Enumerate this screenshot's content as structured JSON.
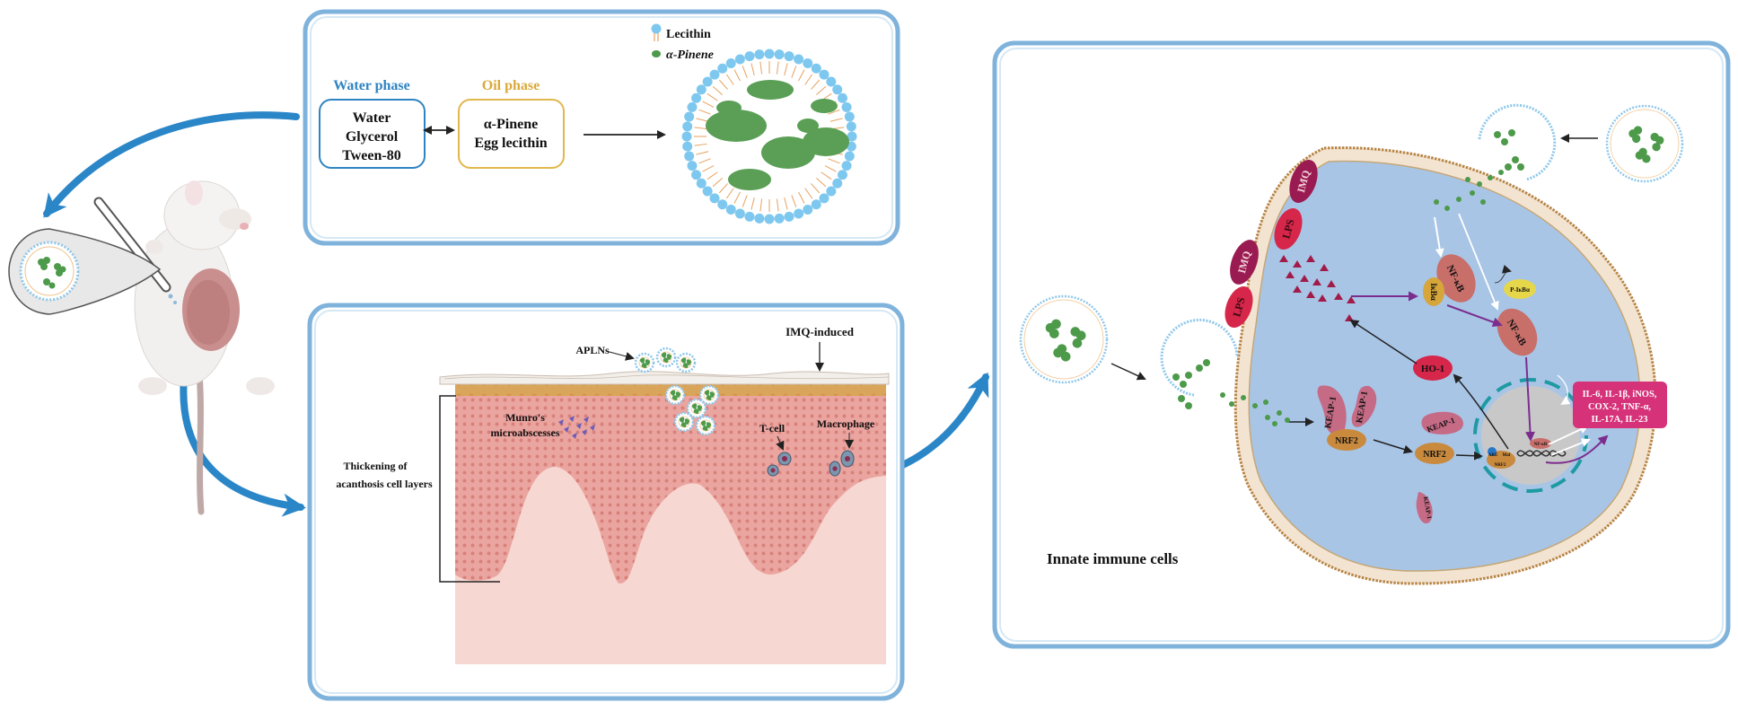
{
  "prep": {
    "legend_lecithin": "Lecithin",
    "legend_pinene": "α-Pinene",
    "water_title": "Water phase",
    "water_items": [
      "Water",
      "Glycerol",
      "Tween-80"
    ],
    "oil_title": "Oil phase",
    "oil_items": [
      "α-Pinene",
      "Egg lecithin"
    ]
  },
  "skin": {
    "aplns": "APLNs",
    "imq": "IMQ-induced",
    "munro": [
      "Munro's",
      "microabscesses"
    ],
    "tcell": "T-cell",
    "macrophage": "Macrophage",
    "thickening": [
      "Thickening of",
      "acanthosis cell layers"
    ]
  },
  "cell": {
    "imq": "IMQ",
    "lps": "LPS",
    "nfkb": "NF-κB",
    "ikba": "IκBα",
    "p_ikba": "P-IκBα",
    "ho1": "HO-1",
    "keap1": "KEAP-1",
    "nrf2": "NRF2",
    "are": "ARE",
    "maf": "Maf",
    "cytokines": [
      "IL-6, IL-1β, iNOS,",
      "COX-2, TNF-α,",
      "IL-17A, IL-23"
    ],
    "title": "Innate immune cells"
  },
  "colors": {
    "panel_border": "#7fb3dc",
    "water_blue": "#2e84c3",
    "oil_gold": "#d9a93a",
    "arrow_blue": "#2b86c8",
    "pathway_purple": "#7b2d8e",
    "cytokine_pink": "#d6327a",
    "cytoplasm": "#a8c5e6",
    "skin_pink": "#eba5a0"
  }
}
